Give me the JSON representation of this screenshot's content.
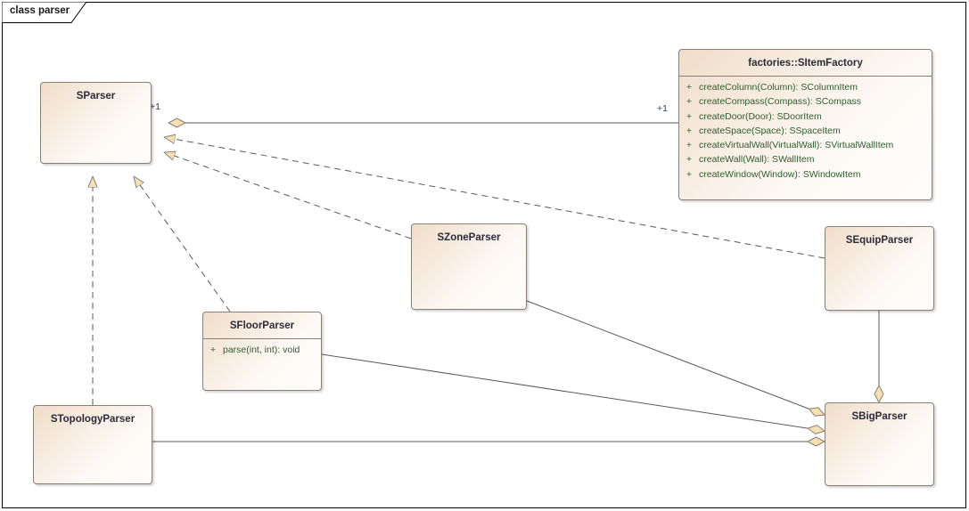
{
  "diagram": {
    "frame_label": "class parser",
    "type": "uml-class-diagram",
    "colors": {
      "class_fill_start": "#f0ddc9",
      "class_fill_end": "#fffdfb",
      "class_border": "#8a7f76",
      "connector": "#5a5a5a",
      "marker_fill": "#f7dfb4",
      "marker_border": "#8a7f76",
      "name_text": "#2b2b38",
      "operation_text": "#2f5c2f",
      "multiplicity_text": "#2b3a52",
      "frame_border": "#000000"
    }
  },
  "classes": [
    {
      "id": "sparser",
      "name": "SParser",
      "operations": []
    },
    {
      "id": "factory",
      "name": "factories::SItemFactory",
      "operations": [
        {
          "visibility": "+",
          "signature": "createColumn(Column): SColumnItem"
        },
        {
          "visibility": "+",
          "signature": "createCompass(Compass): SCompass"
        },
        {
          "visibility": "+",
          "signature": "createDoor(Door): SDoorItem"
        },
        {
          "visibility": "+",
          "signature": "createSpace(Space): SSpaceItem"
        },
        {
          "visibility": "+",
          "signature": "createVirtualWall(VirtualWall): SVirtualWallItem"
        },
        {
          "visibility": "+",
          "signature": "createWall(Wall): SWallItem"
        },
        {
          "visibility": "+",
          "signature": "createWindow(Window): SWindowItem"
        }
      ]
    },
    {
      "id": "szone",
      "name": "SZoneParser",
      "operations": []
    },
    {
      "id": "sequip",
      "name": "SEquipParser",
      "operations": []
    },
    {
      "id": "sfloor",
      "name": "SFloorParser",
      "operations": [
        {
          "visibility": "+",
          "signature": "parse(int, int): void"
        }
      ]
    },
    {
      "id": "stopology",
      "name": "STopologyParser",
      "operations": []
    },
    {
      "id": "sbigparser",
      "name": "SBigParser",
      "operations": []
    }
  ],
  "multiplicities": [
    {
      "id": "sparser-factory-source",
      "text": "+1"
    },
    {
      "id": "sparser-factory-target",
      "text": "+1"
    }
  ],
  "relationships": [
    {
      "from": "sparser",
      "to": "factory",
      "type": "aggregation",
      "style": "solid"
    },
    {
      "from": "sequip",
      "to": "sparser",
      "type": "realization",
      "style": "dashed"
    },
    {
      "from": "szone",
      "to": "sparser",
      "type": "realization",
      "style": "dashed"
    },
    {
      "from": "sfloor",
      "to": "sparser",
      "type": "realization",
      "style": "dashed"
    },
    {
      "from": "stopology",
      "to": "sparser",
      "type": "realization",
      "style": "dashed"
    },
    {
      "from": "sequip",
      "to": "sbigparser",
      "type": "aggregation",
      "style": "solid"
    },
    {
      "from": "szone",
      "to": "sbigparser",
      "type": "aggregation",
      "style": "solid"
    },
    {
      "from": "sfloor",
      "to": "sbigparser",
      "type": "aggregation",
      "style": "solid"
    },
    {
      "from": "stopology",
      "to": "sbigparser",
      "type": "aggregation",
      "style": "solid"
    }
  ]
}
